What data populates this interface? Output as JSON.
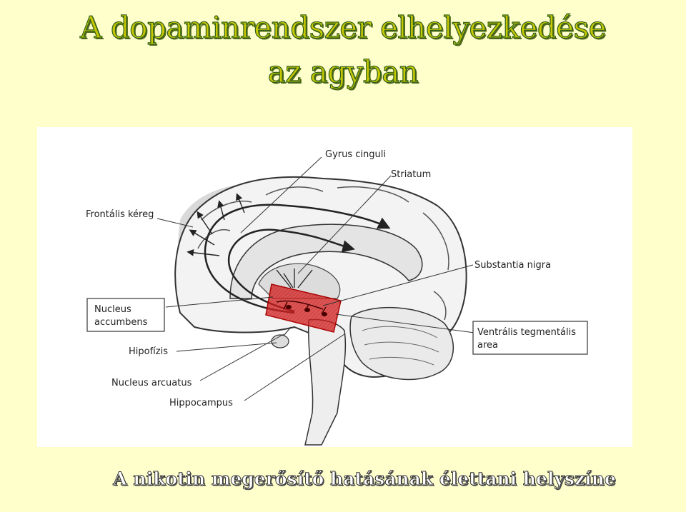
{
  "slide": {
    "title_line1": "A dopaminrendszer elhelyezkedése",
    "title_line2": "az agyban",
    "caption": "A nikotin megerősítő hatásának élettani helyszíne"
  },
  "diagram": {
    "labels": {
      "gyrus_cinguli": "Gyrus cinguli",
      "striatum": "Striatum",
      "frontalis_kereg": "Frontális kéreg",
      "substantia_nigra": "Substantia nigra",
      "nucleus_accumbens_line1": "Nucleus",
      "nucleus_accumbens_line2": "accumbens",
      "ventralis_line1": "Ventrális tegmentális",
      "ventralis_line2": "area",
      "hipofizis": "Hipofízis",
      "nucleus_arcuatus": "Nucleus arcuatus",
      "hippocampus": "Hippocampus"
    },
    "highlight_color": "#d42020"
  }
}
